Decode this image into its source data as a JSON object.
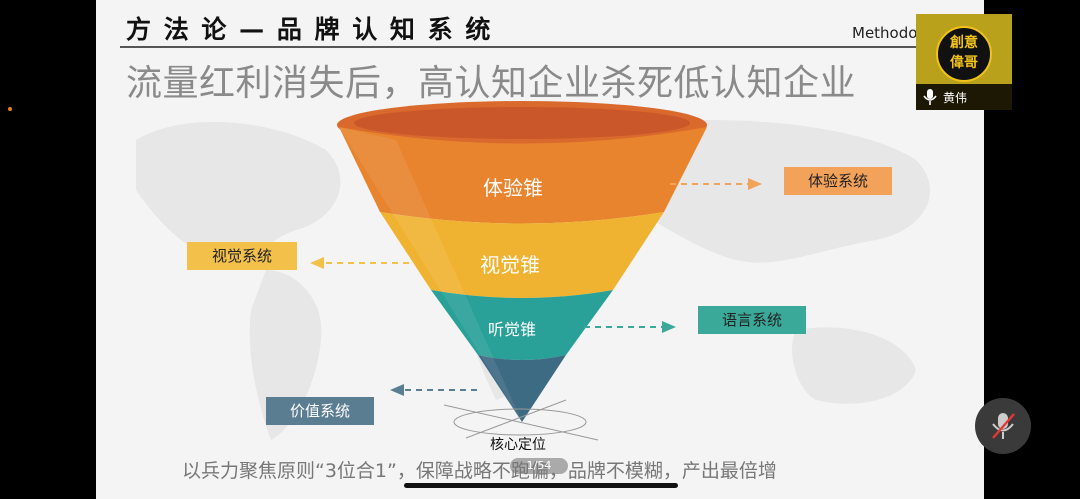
{
  "slide": {
    "header_title": "方 法 论 — 品 牌 认 知 系 统",
    "methodology": "Methodology",
    "headline": "流量红利消失后，高认知企业杀死低认知企业",
    "funnel": {
      "layers": [
        {
          "label": "体验锥",
          "color": "#e8842e"
        },
        {
          "label": "视觉锥",
          "color": "#f0b331"
        },
        {
          "label": "听觉锥",
          "color": "#2aa198"
        },
        {
          "label": "",
          "color": "#3d6b84"
        }
      ]
    },
    "systems": {
      "experience": "体验系统",
      "visual": "视觉系统",
      "language": "语言系统",
      "value": "价值系统"
    },
    "core": "核心定位",
    "footer": "以兵力聚焦原则“3位合1”，保障战略不跑偏，品牌不模糊，产出最倍增",
    "page_indicator": "1/54"
  },
  "participant": {
    "logo_text": "創意偉哥",
    "name": "黄伟"
  },
  "colors": {
    "orange": "#e8842e",
    "yellow": "#f0b331",
    "teal": "#2aa198",
    "slate": "#3d6b84",
    "box_orange": "#f3a25a",
    "box_yellow": "#f3c04a",
    "box_teal": "#3aa99a",
    "box_slate": "#5b7d92"
  }
}
